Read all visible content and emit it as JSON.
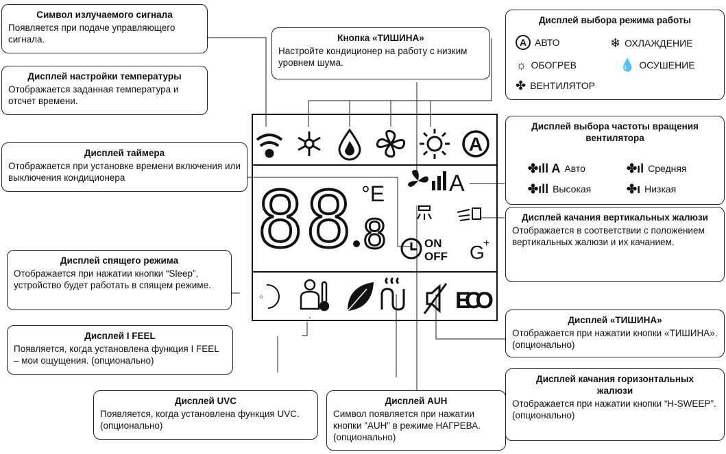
{
  "callouts": {
    "signal": {
      "title": "Символ излучаемого сигнала",
      "desc": "Появляется при подаче управляющего сигнала."
    },
    "temp": {
      "title": "Дисплей настройки температуры",
      "desc": "Отображается заданная температура и отсчет времени."
    },
    "timer": {
      "title": "Дисплей таймера",
      "desc": "Отображается при установке времени включения или выключения кондиционера"
    },
    "sleep": {
      "title": "Дисплей спящего режима",
      "desc": "Отображается при нажатии кнопки “Sleep”, устройство будет работать в спящем режиме."
    },
    "ifeel": {
      "title": "Дисплей I FEEL",
      "desc": "Появляется, когда установлена функция I FEEL – мои ощущения. (опционально)"
    },
    "uvc": {
      "title": "Дисплей UVC",
      "desc": "Появляется, когда установлена функция UVC. (опционально)"
    },
    "auh": {
      "title": "Дисплей AUH",
      "desc": "Символ появляется при нажатии кнопки ”AUH” в режиме НАГРЕВА. (опционально)"
    },
    "quiet_btn": {
      "title": "Кнопка «ТИШИНА»",
      "desc": "Настройте кондиционер на работу с низким уровнем шума."
    },
    "mode": {
      "title": "Дисплей выбора режима работы"
    },
    "fan": {
      "title": "Дисплей выбора частоты вращения вентилятора"
    },
    "vswing": {
      "title": "Дисплей качания вертикальных жалюзи",
      "desc": "Отображается в соответствии с положением вертикальных жалюзи и их качанием."
    },
    "quiet_disp": {
      "title": "Дисплей «ТИШИНА»",
      "desc": "Отображается при нажатии кнопки «ТИШИНА». (опционально)"
    },
    "hswing": {
      "title": "Дисплей качания горизонтальных жалюзи",
      "desc": "Отображается при нажатии кнопки “H-SWEEP”.(опционально)"
    }
  },
  "modes": {
    "auto": "АВТО",
    "cool": "ОХЛАЖДЕНИЕ",
    "heat": "ОБОГРЕВ",
    "dry": "ОСУШЕНИЕ",
    "fan": "ВЕНТИЛЯТОР"
  },
  "fan_speeds": {
    "auto": "Авто",
    "medium": "Средняя",
    "high": "Высокая",
    "low": "Низкая"
  },
  "lcd": {
    "digits": "88",
    "small_digit": "8",
    "deg": "°E",
    "fan_a": "A",
    "on": "ON",
    "off": "OFF",
    "g": "G",
    "plus": "+",
    "eco": "ECO",
    "auto_letter": "A"
  }
}
